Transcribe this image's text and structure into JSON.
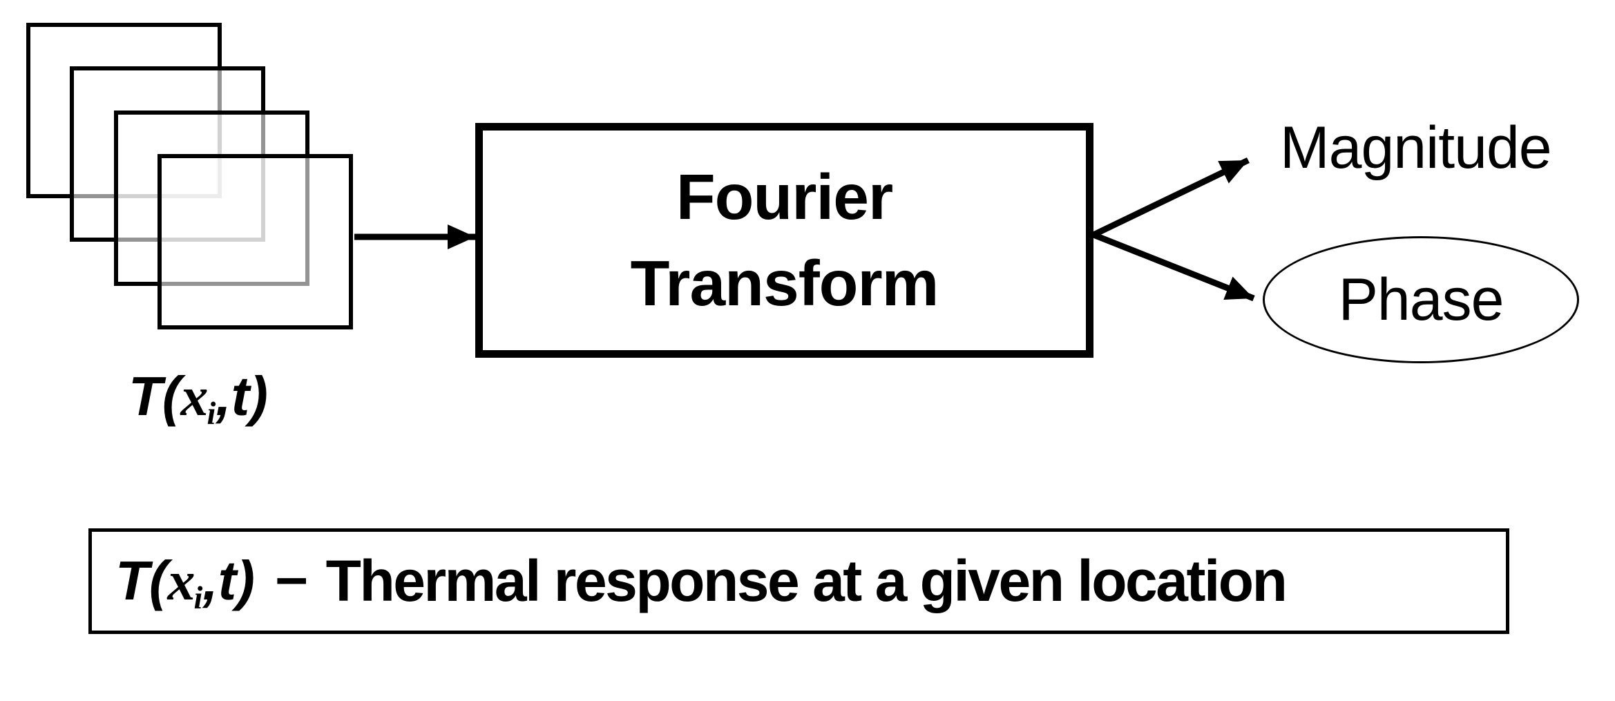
{
  "diagram": {
    "background": "#ffffff",
    "ink": "#000000"
  },
  "stack": {
    "frame_count": 4,
    "label": {
      "prefix": "T(",
      "variable": "x",
      "subscript": "i",
      "suffix": ",t)"
    }
  },
  "process_box": {
    "label_line1": "Fourier",
    "label_line2": "Transform"
  },
  "outputs": {
    "magnitude": {
      "label": "Magnitude"
    },
    "phase": {
      "label": "Phase"
    }
  },
  "legend": {
    "formula": {
      "prefix": "T(",
      "variable": "x",
      "subscript": "i",
      "suffix": ",t)"
    },
    "separator": "–",
    "description": "Thermal response at a given location"
  }
}
